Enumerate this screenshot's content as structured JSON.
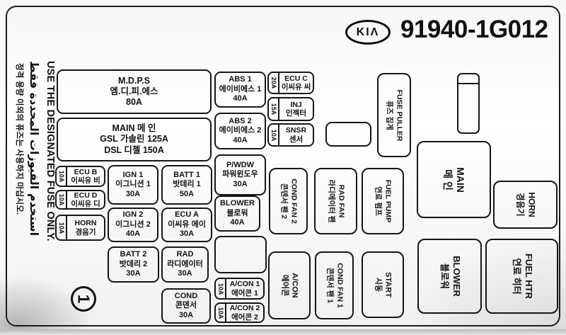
{
  "part_label": {
    "brand": "KIA",
    "brand_display": "KIΛ",
    "part_number": "91940-1G012"
  },
  "side_warning": {
    "english": "USE THE DESIGNATED FUSE ONLY.",
    "arabic": "استخدم الفيوزات المحددة فقط",
    "korean": "정격 용량 이외의 퓨즈는 사용하지 마십시오."
  },
  "circle_marker": "1",
  "fuses": {
    "mdps": {
      "l1": "M.D.P.S",
      "l2": "엠.디.피.에스",
      "l3": "80A"
    },
    "main_top": {
      "l1": "MAIN 메 인",
      "l2": "GSL 가솔린 125A",
      "l3": "DSL 디젤 150A"
    },
    "ecu_b": {
      "amp": "10A",
      "l1": "ECU B",
      "l2": "이씨유 비"
    },
    "ecu_d": {
      "amp": "10A",
      "l1": "ECU D",
      "l2": "이씨유 디"
    },
    "horn_small": {
      "amp": "10A",
      "l1": "HORN",
      "l2": "경음기"
    },
    "ign1": {
      "l1": "IGN 1",
      "l2": "이그니션 1",
      "l3": "30A"
    },
    "ign2": {
      "l1": "IGN 2",
      "l2": "이그니션 2",
      "l3": "40A"
    },
    "batt2": {
      "l1": "BATT 2",
      "l2": "밧데리 2",
      "l3": "30A"
    },
    "batt1": {
      "l1": "BATT 1",
      "l2": "밧데리 1",
      "l3": "50A"
    },
    "ecu_a": {
      "l1": "ECU A",
      "l2": "이씨유 에이",
      "l3": "30A"
    },
    "rad": {
      "l1": "RAD",
      "l2": "라디에이터",
      "l3": "30A"
    },
    "cond": {
      "l1": "COND",
      "l2": "콘덴서",
      "l3": "30A"
    },
    "abs1": {
      "l1": "ABS 1",
      "l2": "에이비에스 1",
      "l3": "40A"
    },
    "abs2": {
      "l1": "ABS 2",
      "l2": "에이비에스 2",
      "l3": "40A"
    },
    "pwdw": {
      "l1": "P/WDW",
      "l2": "파워윈도우",
      "l3": "30A"
    },
    "blower_small": {
      "l1": "BLOWER",
      "l2": "블로워",
      "l3": "40A"
    },
    "acon1": {
      "amp": "10A",
      "l1": "A/CON 1",
      "l2": "에어콘 1"
    },
    "acon2": {
      "amp": "10A",
      "l1": "A/CON 2",
      "l2": "에어콘 2"
    },
    "ecu_c": {
      "amp": "20A",
      "l1": "ECU C",
      "l2": "이씨유 씨"
    },
    "inj": {
      "amp": "15A",
      "l1": "INJ",
      "l2": "인젝터"
    },
    "snsr": {
      "amp": "10A",
      "l1": "SNSR",
      "l2": "센서"
    },
    "cond_fan2": {
      "l1": "COND FAN 2",
      "l2": "콘덴서 팬 2"
    },
    "rad_fan": {
      "l1": "RAD FAN",
      "l2": "라디에이터 팬"
    },
    "fuel_pump": {
      "l1": "FUEL PUMP",
      "l2": "연료 펌프"
    },
    "acon_relay": {
      "l1": "A/CON",
      "l2": "에어콘"
    },
    "cond_fan1": {
      "l1": "COND FAN 1",
      "l2": "콘덴서 팬 1"
    },
    "start": {
      "l1": "START",
      "l2": "시동"
    },
    "fuse_puller": {
      "l1": "FUSE PULLER",
      "l2": "퓨즈 집게"
    },
    "main_relay": {
      "l1": "MAIN",
      "l2": "메 인"
    },
    "horn_relay": {
      "l1": "HORN",
      "l2": "경음기"
    },
    "blower_relay": {
      "l1": "BLOWER",
      "l2": "블로워"
    },
    "fuel_htr": {
      "l1": "FUEL HTR",
      "l2": "연료 히터"
    }
  }
}
